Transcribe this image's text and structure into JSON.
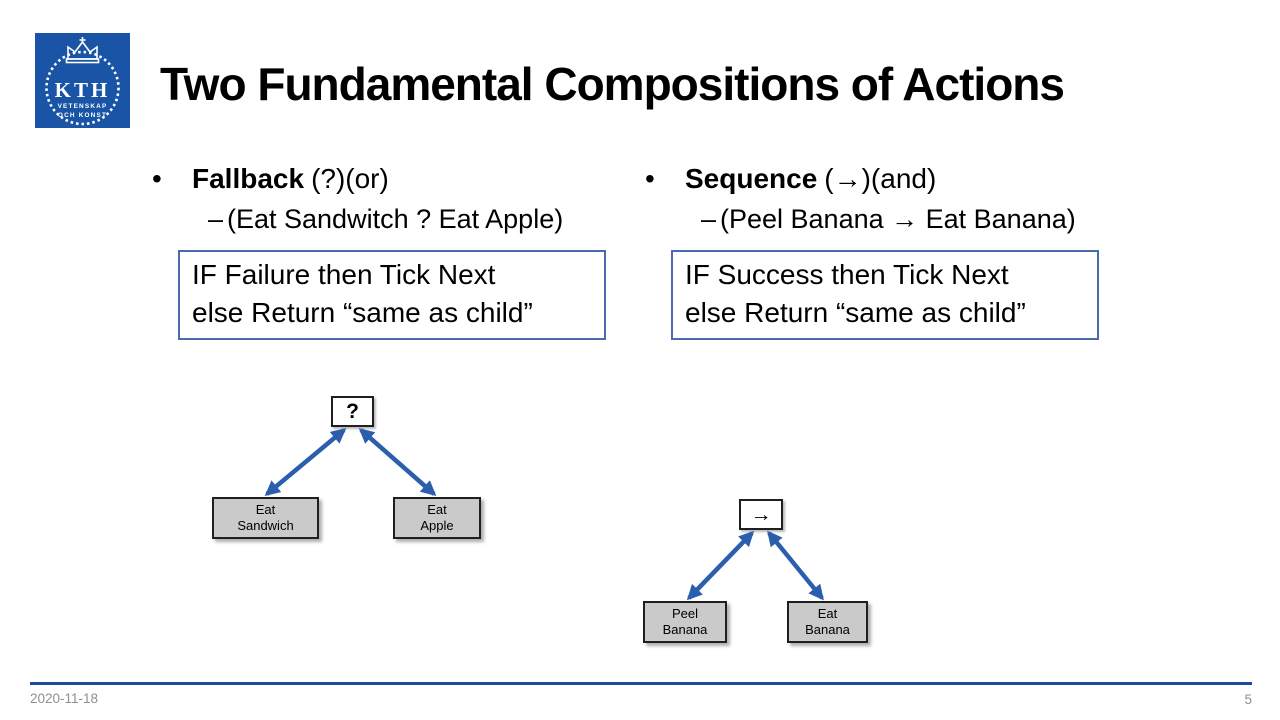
{
  "title": "Two Fundamental Compositions of Actions",
  "logo": {
    "acronym": "KTH",
    "line1": "VETENSKAP",
    "line2": "OCH KONST"
  },
  "markers": {
    "bullet": "•",
    "dash": "–"
  },
  "columns": [
    {
      "term": "Fallback",
      "term_suffix": "(?)(or)",
      "example": "(Eat Sandwitch ? Eat Apple)",
      "rule_line1": "IF Failure then Tick Next",
      "rule_line2": "else Return “same as child”"
    },
    {
      "term": "Sequence",
      "term_suffix": "(→)(and)",
      "example": "(Peel Banana → Eat Banana)",
      "rule_line1": "IF Success then Tick Next",
      "rule_line2": "else Return “same as child”"
    }
  ],
  "trees": [
    {
      "root_symbol": "?",
      "left_child": {
        "line1": "Eat",
        "line2": "Sandwich"
      },
      "right_child": {
        "line1": "Eat",
        "line2": "Apple"
      }
    },
    {
      "root_symbol": "→",
      "left_child": {
        "line1": "Peel",
        "line2": "Banana"
      },
      "right_child": {
        "line1": "Eat",
        "line2": "Banana"
      }
    }
  ],
  "footer": {
    "date": "2020-11-18",
    "page_number": "5"
  },
  "colors": {
    "kth_blue": "#1954A6",
    "arrow_blue": "#2b5fad",
    "footer_line_blue": "#1b4a9e",
    "rule_border_blue": "#4a6cae",
    "leaf_fill_gray": "#cacaca"
  }
}
